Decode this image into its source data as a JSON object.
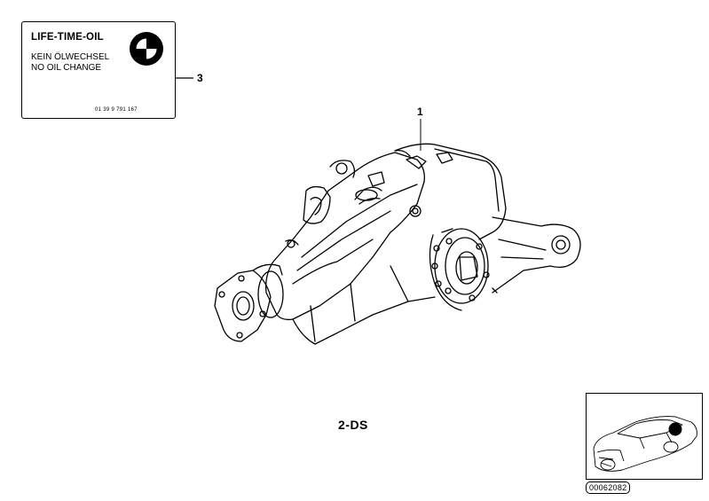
{
  "label": {
    "title": "LIFE-TIME-OIL",
    "line1": "KEIN ÖLWECHSEL",
    "line2": "NO OIL CHANGE",
    "part_number": "01 39 9 791 167",
    "logo_icon": "bmw-roundel-icon"
  },
  "callouts": {
    "differential": "1",
    "label": "3"
  },
  "diagram_code": "2-DS",
  "image_id": "00062082",
  "thumbnail_icon": "car-outline-icon",
  "colors": {
    "ink": "#000000",
    "background": "#ffffff"
  }
}
